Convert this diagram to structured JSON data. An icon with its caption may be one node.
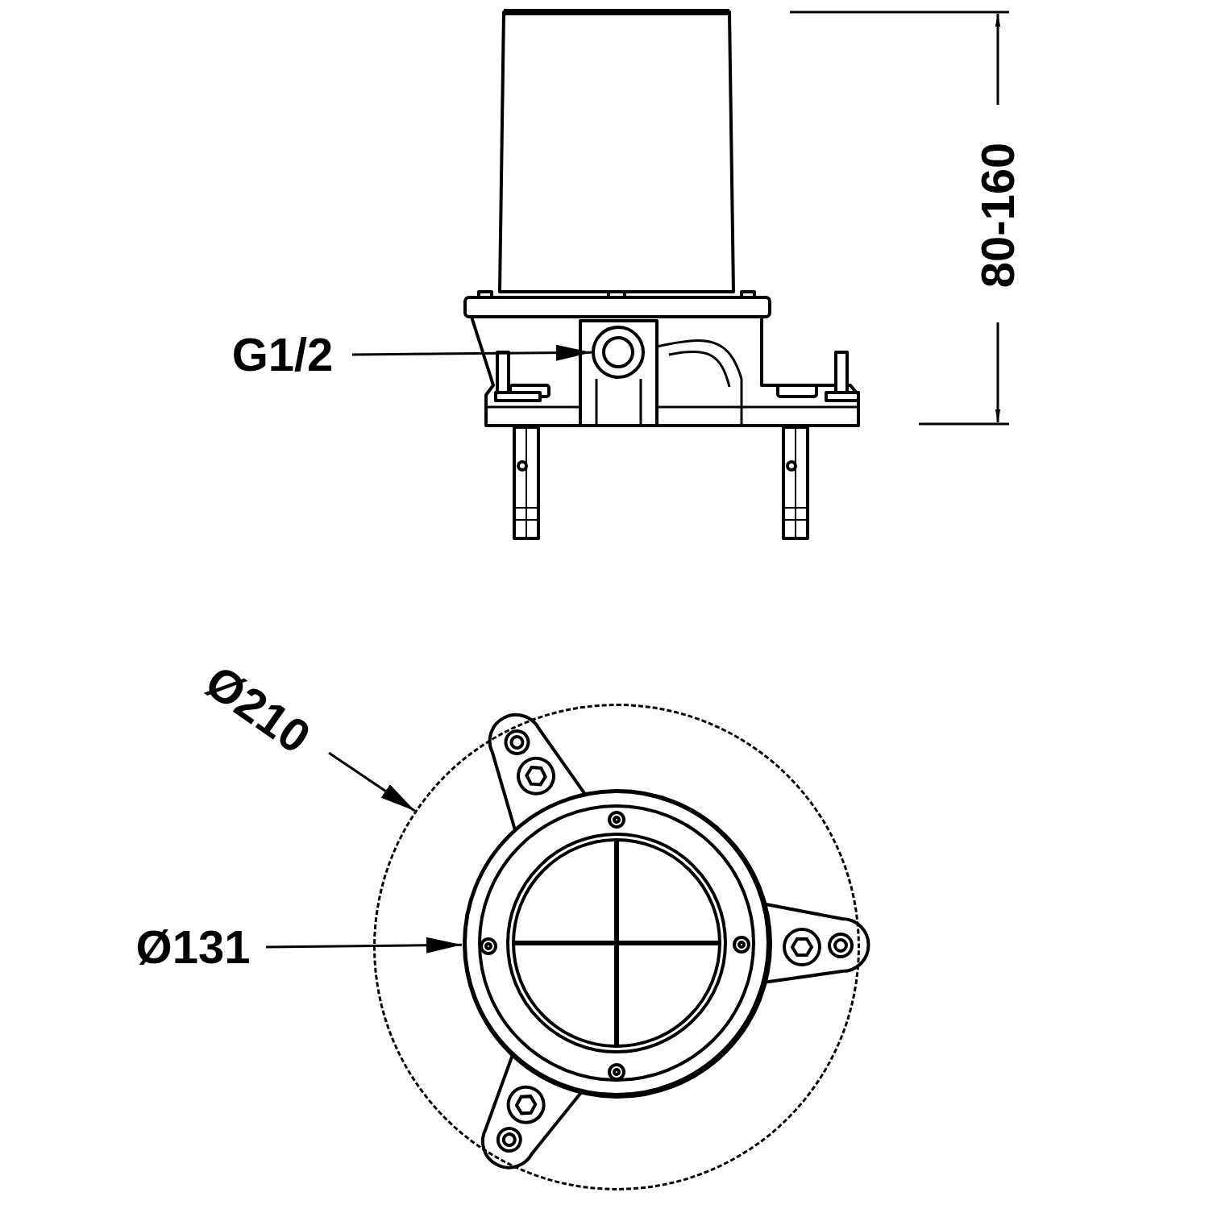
{
  "diagram": {
    "nodes": [
      {
        "text": [
          "G1/2"
        ]
      },
      {
        "text": [],
        "shape": "circle"
      },
      {
        "text": [
          "Ø210"
        ]
      },
      {
        "text": [],
        "shape": "circle"
      },
      {
        "text": [
          "Ø131"
        ]
      },
      {
        "text": [],
        "shape": "circle",
        "in": 3
      }
    ],
    "edges": [
      {
        "from": 0,
        "to": 1,
        "arrow": "to"
      },
      {
        "from": 2,
        "to": 3,
        "arrow": "to"
      },
      {
        "from": 4,
        "to": 5,
        "arrow": "to"
      }
    ],
    "labels": [
      "80-160"
    ]
  }
}
